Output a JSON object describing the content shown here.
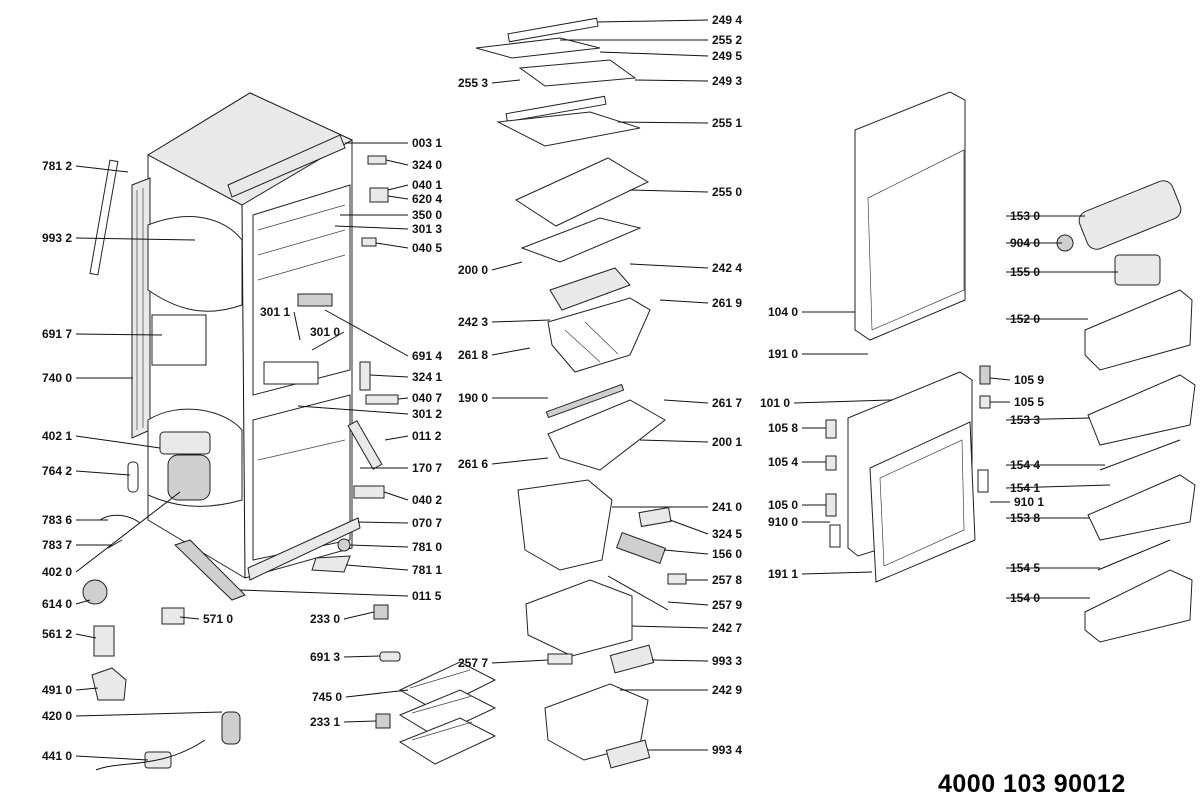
{
  "document_number": "4000 103 90012",
  "part_labels": [
    "781 2",
    "993 2",
    "691 7",
    "740 0",
    "402 1",
    "764 2",
    "783 6",
    "783 7",
    "402 0",
    "614 0",
    "561 2",
    "491 0",
    "420 0",
    "441 0",
    "571 0",
    "003 1",
    "324 0",
    "040 1",
    "620 4",
    "350 0",
    "301 3",
    "040 5",
    "301 1",
    "301 0",
    "691 4",
    "324 1",
    "040 7",
    "301 2",
    "011 2",
    "170 7",
    "040 2",
    "070 7",
    "781 0",
    "781 1",
    "011 5",
    "233 0",
    "691 3",
    "745 0",
    "233 1",
    "249 4",
    "255 2",
    "249 5",
    "249 3",
    "255 3",
    "255 1",
    "255 0",
    "200 0",
    "242 4",
    "242 3",
    "261 9",
    "261 8",
    "190 0",
    "261 7",
    "200 1",
    "261 6",
    "241 0",
    "324 5",
    "156 0",
    "257 8",
    "257 9",
    "242 7",
    "257 7",
    "993 3",
    "242 9",
    "993 4",
    "104 0",
    "191 0",
    "101 0",
    "105 8",
    "105 4",
    "105 0",
    "910 0",
    "191 1",
    "105 9",
    "105 5",
    "910 1",
    "153 0",
    "904 0",
    "155 0",
    "152 0",
    "153 3",
    "154 4",
    "154 1",
    "153 8",
    "154 5",
    "154 0"
  ]
}
